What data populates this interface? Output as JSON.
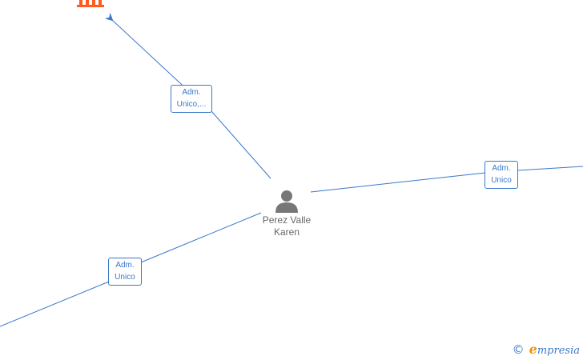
{
  "center_person": {
    "name_line1": "Perez Valle",
    "name_line2": "Karen",
    "icon": "person-icon"
  },
  "company_node": {
    "icon": "building-icon",
    "color": "#ff5a1f"
  },
  "edges": [
    {
      "id": "edge-company",
      "label_line1": "Adm.",
      "label_line2": "Unico,..."
    },
    {
      "id": "edge-right",
      "label_line1": "Adm.",
      "label_line2": "Unico"
    },
    {
      "id": "edge-left",
      "label_line1": "Adm.",
      "label_line2": "Unico"
    }
  ],
  "watermark": {
    "symbol": "©",
    "brand_initial": "e",
    "brand_rest": "mpresia"
  },
  "colors": {
    "edge": "#3a78c9",
    "node_text": "#666666",
    "brand_accent": "#f39200"
  }
}
